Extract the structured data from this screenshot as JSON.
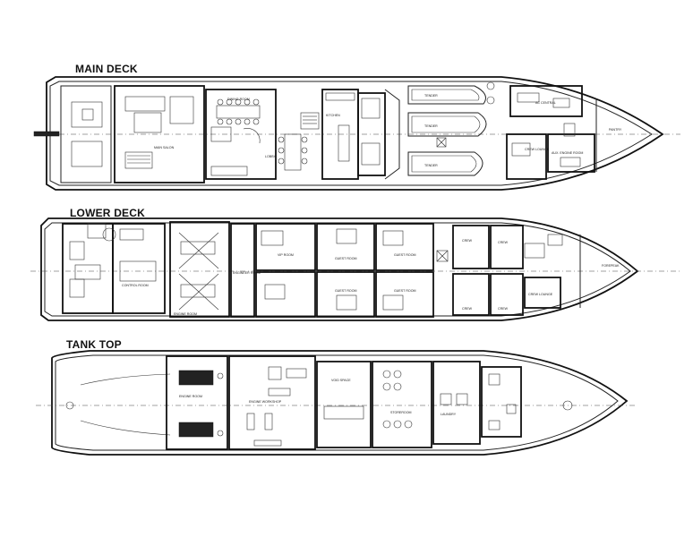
{
  "decks": {
    "main": {
      "title": "MAIN DECK",
      "rooms": {
        "main_salon": "MAIN SALON",
        "dining_room": "DINING ROOM",
        "lobby": "LOBBY",
        "kitchen": "KITCHEN",
        "tender_1": "TENDER",
        "tender_2": "TENDER",
        "tender_3": "TENDER",
        "ac_central": "AC CENTRAL",
        "crew_lounge": "CREW LOUNGE",
        "aux_engine_room": "AUX. ENGINE ROOM",
        "pantry": "PANTRY"
      }
    },
    "lower": {
      "title": "LOWER DECK",
      "rooms": {
        "control_room": "CONTROL ROOM",
        "engine_room": "ENGINE ROOM",
        "engineer_room": "ENGINEER ROOM",
        "vip_room": "VIP ROOM",
        "guest_room_1": "GUEST ROOM",
        "guest_room_2": "GUEST ROOM",
        "guest_room_3": "GUEST ROOM",
        "guest_room_4": "GUEST ROOM",
        "crew_1": "CREW",
        "crew_2": "CREW",
        "crew_3": "CREW",
        "crew_4": "CREW",
        "crew_lounge": "CREW LOUNGE",
        "forepeak": "FOREPEAK"
      }
    },
    "tank": {
      "title": "TANK TOP",
      "rooms": {
        "engine_room": "ENGINE ROOM",
        "engine_workshop": "ENGINE WORKSHOP",
        "void_space": "VOID SPACE",
        "storeroom": "STOREROOM",
        "laundry": "LAUNDRY"
      }
    }
  }
}
